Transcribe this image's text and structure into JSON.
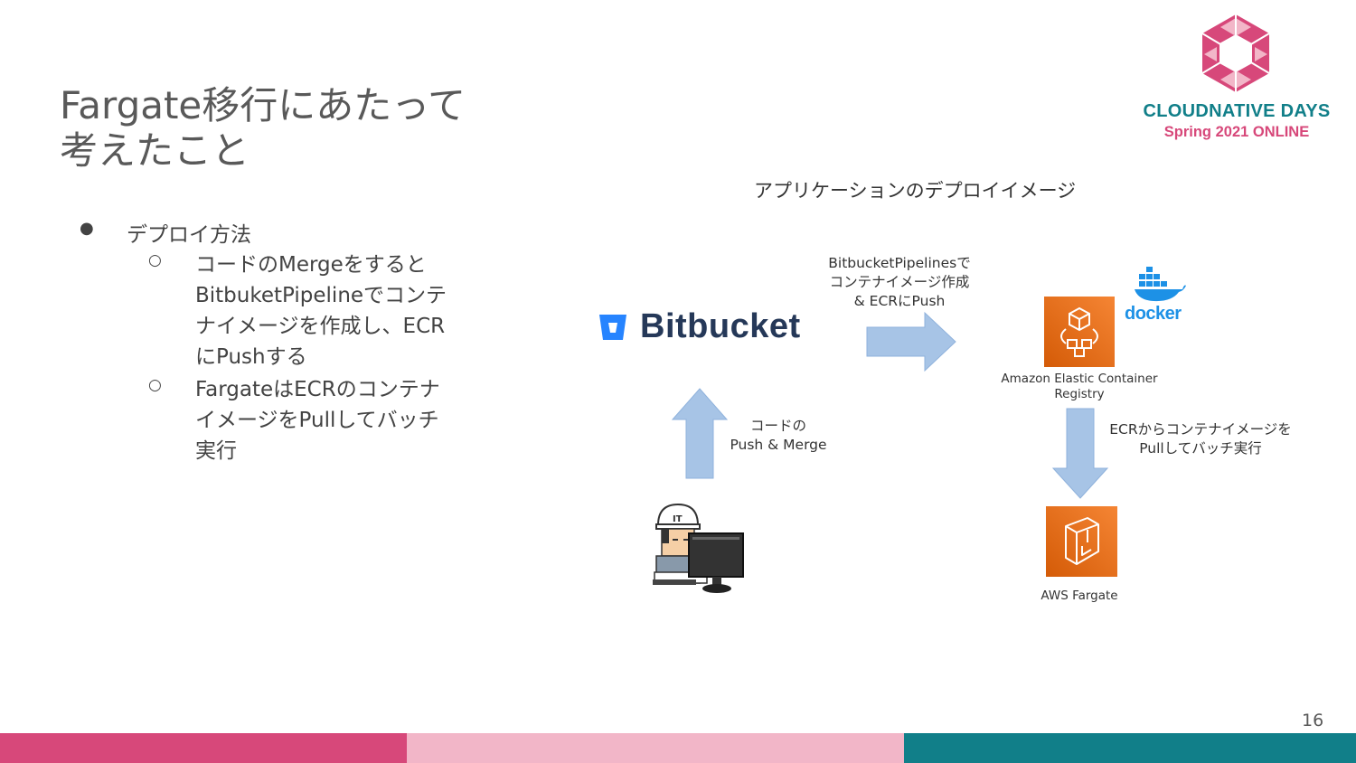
{
  "slide": {
    "title": "Fargate移行にあたって考えたこと",
    "page_number": "16"
  },
  "bullets": {
    "level1": "デプロイ方法",
    "level2": [
      "コードのMergeをするとBitbuketPipelineでコンテナイメージを作成し、ECRにPushする",
      "FargateはECRのコンテナイメージをPullしてバッチ実行"
    ]
  },
  "logo": {
    "line1": "CLOUDNATIVE DAYS",
    "line2": "Spring 2021 ONLINE"
  },
  "diagram": {
    "title": "アプリケーションのデプロイイメージ",
    "bitbucket_label": "Bitbucket",
    "docker_label": "docker",
    "pipeline_line1": "BitbucketPipelinesで",
    "pipeline_line2": "コンテナイメージ作成",
    "pipeline_line3": "& ECRにPush",
    "push_line1": "コードの",
    "push_line2": "Push & Merge",
    "ecr_line1": "Amazon Elastic Container",
    "ecr_line2": "Registry",
    "pull_line1": "ECRからコンテナイメージを",
    "pull_line2": "Pullしてバッチ実行",
    "fargate_label": "AWS Fargate",
    "helmet_text": "IT"
  },
  "colors": {
    "pink": "#d7487a",
    "light_pink": "#f2b6c8",
    "teal": "#117f89",
    "arrow_fill": "#a7c4e6",
    "aws_orange": "#e8730f"
  }
}
